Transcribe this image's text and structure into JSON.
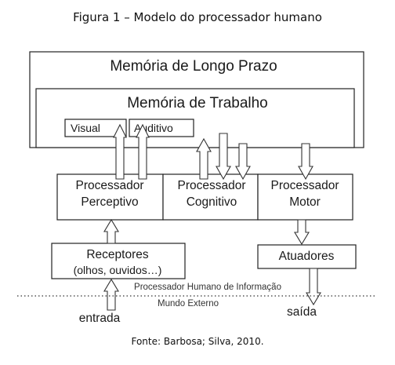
{
  "figure": {
    "title": "Figura 1 – Modelo do processador humano",
    "source": "Fonte: Barbosa; Silva, 2010."
  },
  "diagram": {
    "long_term_memory": "Memória de Longo Prazo",
    "working_memory": "Memória de Trabalho",
    "visual": "Visual",
    "auditivo": "Auditivo",
    "perceptual": [
      "Processador",
      "Perceptivo"
    ],
    "cognitive": [
      "Processador",
      "Cognitivo"
    ],
    "motor": [
      "Processador",
      "Motor"
    ],
    "receptors": [
      "Receptores",
      "(olhos, ouvidos…)"
    ],
    "actuators": "Atuadores",
    "human_processor_label": "Processador Humano de Informação",
    "external_world_label": "Mundo Externo",
    "input": "entrada",
    "output": "saída"
  }
}
